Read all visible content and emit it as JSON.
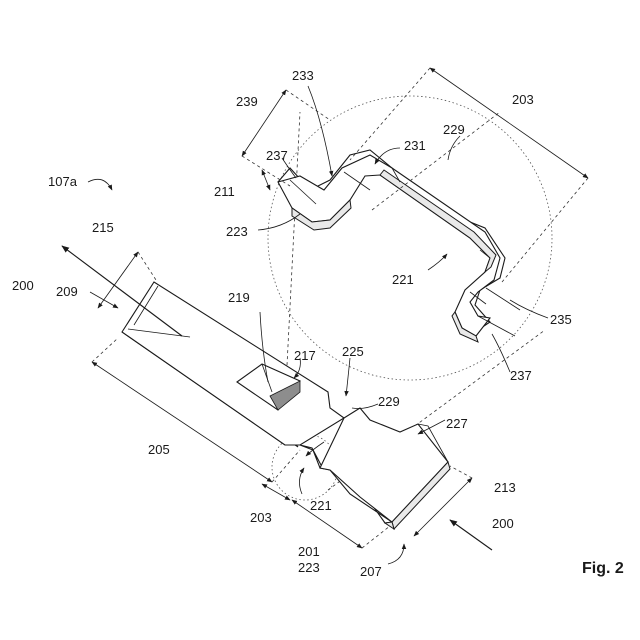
{
  "figure": {
    "caption": "Fig. 2",
    "refs": {
      "r107a": "107a",
      "r200_left": "200",
      "r200_right": "200",
      "r201": "201",
      "r203_small": "203",
      "r203_large": "203",
      "r205": "205",
      "r207": "207",
      "r209": "209",
      "r211": "211",
      "r213": "213",
      "r215": "215",
      "r217": "217",
      "r219": "219",
      "r221_small": "221",
      "r221_large": "221",
      "r223_small": "223",
      "r223_large": "223",
      "r225": "225",
      "r227": "227",
      "r229_small": "229",
      "r229_large": "229",
      "r231": "231",
      "r233": "233",
      "r235": "235",
      "r237_top": "237",
      "r237_bottom": "237",
      "r239": "239"
    }
  }
}
